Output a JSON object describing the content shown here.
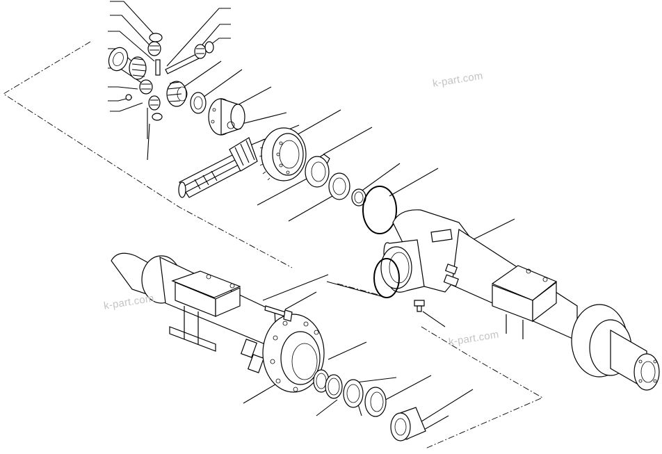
{
  "watermarks": [
    "k-part.com",
    "k-part.com",
    "k-part.com"
  ],
  "colors": {
    "ink": "#000000",
    "paper": "#ffffff",
    "watermark": "#c4c4c4"
  }
}
